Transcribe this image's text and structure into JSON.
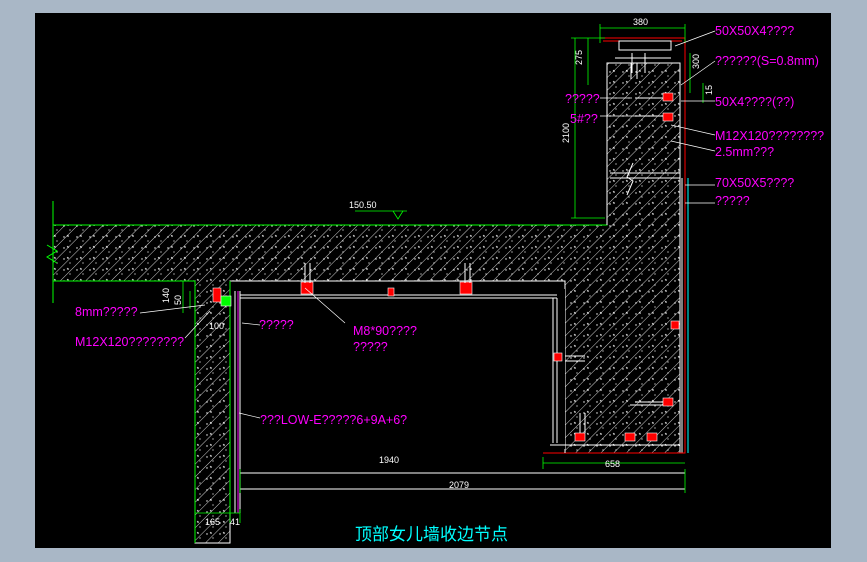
{
  "title": "顶部女儿墙收边节点",
  "labels": {
    "l1": "50X50X4????",
    "l2": "??????(S=0.8mm)",
    "l3": "50X4????(??)",
    "l4": "M12X120????????",
    "l5": "2.5mm???",
    "l6": "70X50X5????",
    "l7": "?????",
    "l8": "8mm?????",
    "l9": "M12X120????????",
    "l10": "?????",
    "l11": "M8*90????",
    "l12": "?????",
    "l13": "???LOW-E?????6+9A+6?",
    "l14": "?????",
    "l15": "5#??"
  },
  "dims": {
    "d380": "380",
    "d275": "275",
    "d300": "300",
    "d15": "15",
    "d2100": "2100",
    "d140": "140",
    "d50": "50",
    "d100": "100",
    "d165": "165",
    "d41": "41",
    "d1940": "1940",
    "d2079": "2079",
    "d658": "658",
    "level": "150.50"
  },
  "colors": {
    "background": "#000000",
    "frame": "#a9b7c6",
    "magenta": "#ff00ff",
    "green": "#00ff00",
    "white": "#ffffff",
    "red": "#ff0000",
    "cyan": "#00ffff"
  }
}
